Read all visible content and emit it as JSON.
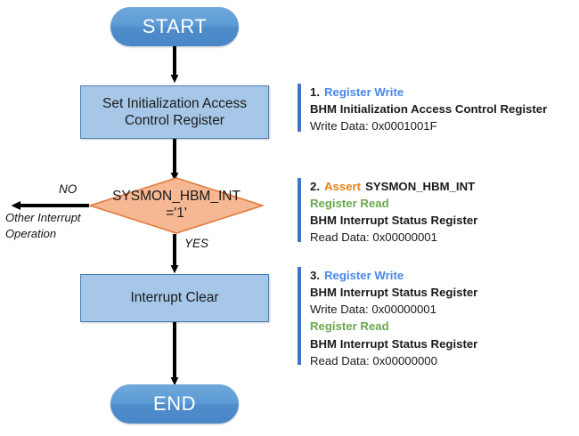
{
  "flow": {
    "start": {
      "label": "START"
    },
    "init_box": {
      "label": "Set Initialization Access\nControl Register"
    },
    "decision": {
      "label": "SYSMON_HBM_INT\n='1'"
    },
    "branch_no": {
      "label": "NO",
      "note": "Other Interrupt\nOperation"
    },
    "branch_yes": {
      "label": "YES"
    },
    "clear_box": {
      "label": "Interrupt Clear"
    },
    "end": {
      "label": "END"
    }
  },
  "notes": [
    {
      "index": "1.",
      "op": "Register Write",
      "op_kind": "write",
      "lines": [
        {
          "text": "BHM Initialization Access Control Register",
          "style": "reg"
        },
        {
          "text": "Write Data: 0x0001001F",
          "style": "data"
        }
      ]
    },
    {
      "index": "2.",
      "op": "Assert",
      "op_kind": "assert",
      "op_suffix": "SYSMON_HBM_INT",
      "lines": [
        {
          "text": "Register Read",
          "style": "read"
        },
        {
          "text": "BHM Interrupt Status Register",
          "style": "reg"
        },
        {
          "text": "Read Data: 0x00000001",
          "style": "data"
        }
      ]
    },
    {
      "index": "3.",
      "op": "Register Write",
      "op_kind": "write",
      "lines": [
        {
          "text": "BHM Interrupt Status Register",
          "style": "reg"
        },
        {
          "text": "Write Data: 0x00000001",
          "style": "data"
        },
        {
          "text": "Register Read",
          "style": "read"
        },
        {
          "text": "BHM Interrupt Status Register",
          "style": "reg"
        },
        {
          "text": "Read Data: 0x00000000",
          "style": "data"
        }
      ]
    }
  ],
  "colors": {
    "terminator_fill": "#5B9BD5",
    "process_fill": "#A6C7E8",
    "process_border": "#4A7FB5",
    "decision_fill": "#F6B793",
    "decision_border": "#E07B3C",
    "note_bar": "#4472C4",
    "write_text": "#4A86E8",
    "read_text": "#6AA84F",
    "assert_text": "#E8811A",
    "connector": "#000000",
    "background": "#ffffff"
  }
}
